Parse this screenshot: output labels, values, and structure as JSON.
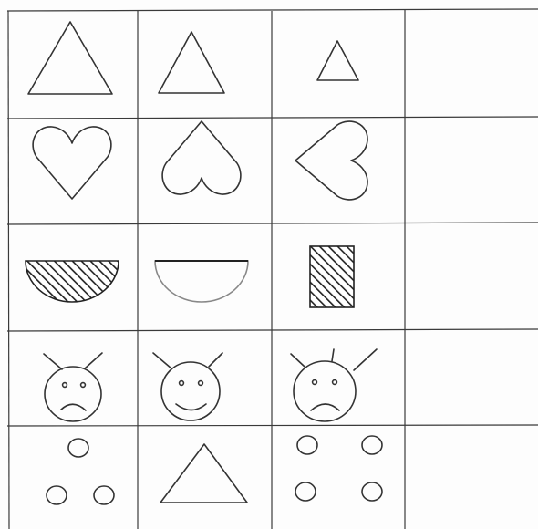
{
  "puzzle": {
    "rows": [
      {
        "id": "triangles",
        "cells": [
          "triangle",
          "triangle",
          "triangle",
          "empty"
        ]
      },
      {
        "id": "hearts",
        "cells": [
          "heart",
          "heart",
          "heart",
          "empty"
        ]
      },
      {
        "id": "halves-and-rect",
        "cells": [
          "half-disc-hatched",
          "half-disc-outline",
          "rectangle-hatched",
          "empty"
        ]
      },
      {
        "id": "faces",
        "cells": [
          "sad-face-2-antennae",
          "happy-face-2-antennae",
          "sad-face-3-antennae",
          "empty"
        ]
      },
      {
        "id": "circles-triangle",
        "cells": [
          "three-circles",
          "triangle",
          "four-circles",
          "empty"
        ]
      }
    ],
    "colors": {
      "line": "#333333",
      "hatch": "#222222",
      "background": "#fdfdfd"
    }
  }
}
